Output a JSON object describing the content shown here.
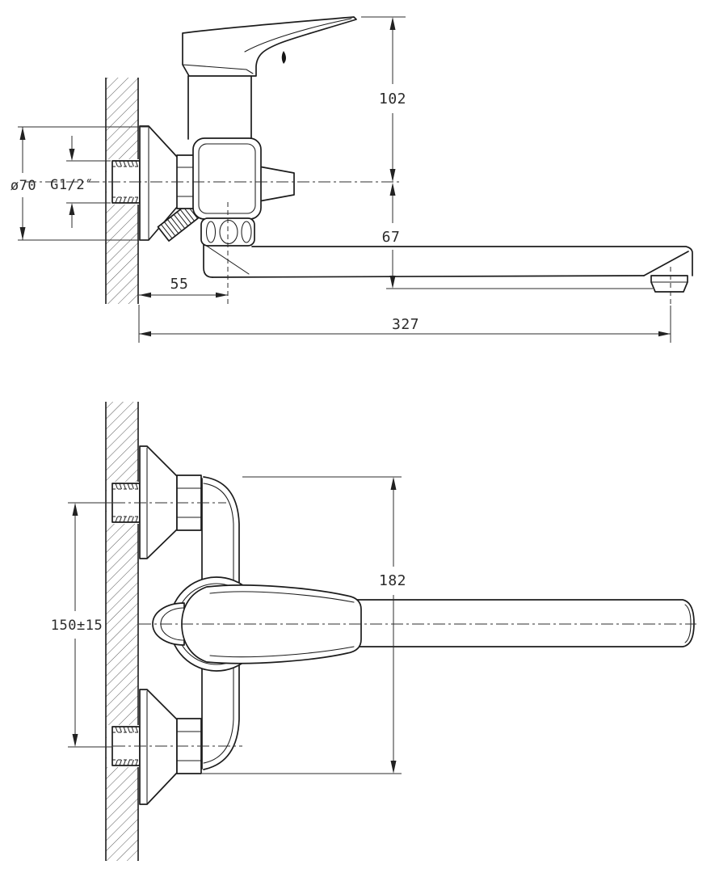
{
  "drawing": {
    "background": "#ffffff",
    "ink_color": "#1c1c1c",
    "dimension_color": "#2e2e2e"
  },
  "dims": {
    "escutcheon_diameter": "ø70",
    "thread_size": "G1/2″",
    "handle_height": "102",
    "spout_drop": "67",
    "spout_offset": "55",
    "spout_reach": "327",
    "body_length": "182",
    "inlet_centers": "150±15"
  }
}
